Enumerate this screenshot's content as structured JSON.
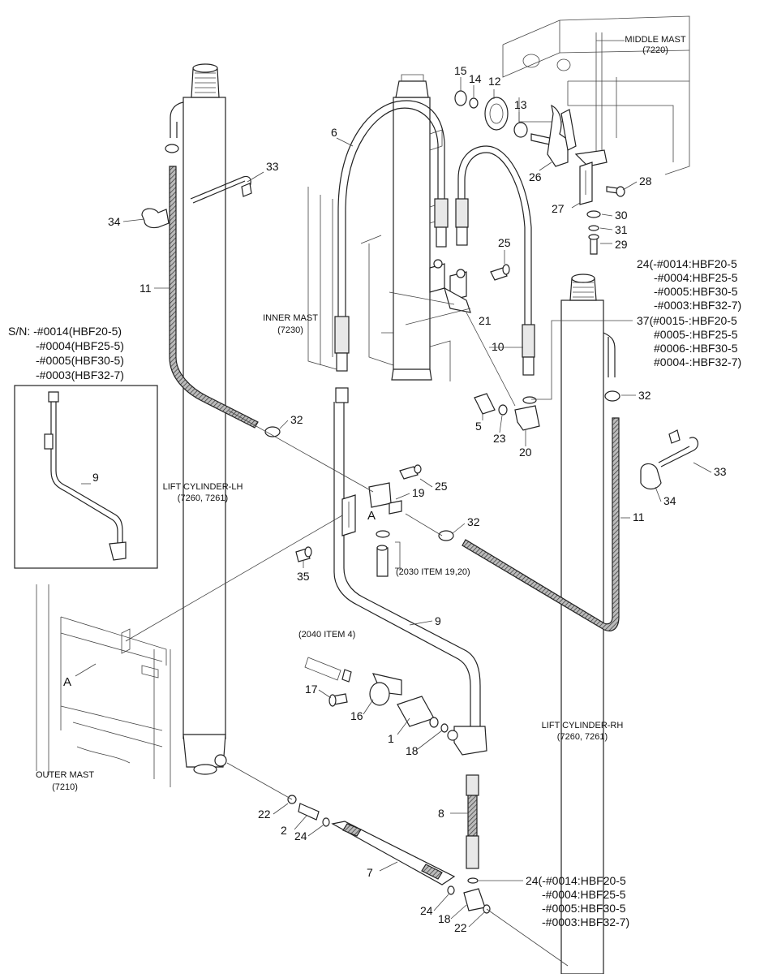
{
  "labels": {
    "middle_mast": [
      "MIDDLE MAST",
      "(7220)"
    ],
    "inner_mast": [
      "INNER MAST",
      "(7230)"
    ],
    "outer_mast": [
      "OUTER MAST",
      "(7210)"
    ],
    "lift_cylinder_lh": [
      "LIFT CYLINDER-LH",
      "(7260, 7261)"
    ],
    "lift_cylinder_rh": [
      "LIFT CYLINDER-RH",
      "(7260, 7261)"
    ],
    "ref_2030": "(2030 ITEM 19,20)",
    "ref_2040": "(2040 ITEM 4)",
    "view_a_1": "A",
    "view_a_2": "A"
  },
  "serial_note": [
    "S/N: -#0014(HBF20-5)",
    "-#0004(HBF25-5)",
    "-#0005(HBF30-5)",
    "-#0003(HBF32-7)"
  ],
  "note_24_top": [
    "24(-#0014:HBF20-5",
    "-#0004:HBF25-5",
    "-#0005:HBF30-5",
    "-#0003:HBF32-7)"
  ],
  "note_37": [
    "37(#0015-:HBF20-5",
    "#0005-:HBF25-5",
    "#0006-:HBF30-5",
    "#0004-:HBF32-7)"
  ],
  "note_24_bottom": [
    "24(-#0014:HBF20-5",
    "-#0004:HBF25-5",
    "-#0005:HBF30-5",
    "-#0003:HBF32-7)"
  ],
  "part_numbers": {
    "p15": "15",
    "p14": "14",
    "p12": "12",
    "p13": "13",
    "p6": "6",
    "p33a": "33",
    "p34a": "34",
    "p26": "26",
    "p28": "28",
    "p27": "27",
    "p30": "30",
    "p31": "31",
    "p29": "29",
    "p25a": "25",
    "p11a": "11",
    "p21": "21",
    "p10": "10",
    "p32a": "32",
    "p5": "5",
    "p23": "23",
    "p20": "20",
    "p32b": "32",
    "p9a": "9",
    "p25b": "25",
    "p19": "19",
    "p33b": "33",
    "p34b": "34",
    "p32c": "32",
    "p11b": "11",
    "p35": "35",
    "p9b": "9",
    "p17": "17",
    "p16": "16",
    "p1": "1",
    "p18a": "18",
    "p8": "8",
    "p22a": "22",
    "p2": "2",
    "p24a": "24",
    "p7": "7",
    "p24b": "24",
    "p18b": "18",
    "p22b": "22"
  }
}
